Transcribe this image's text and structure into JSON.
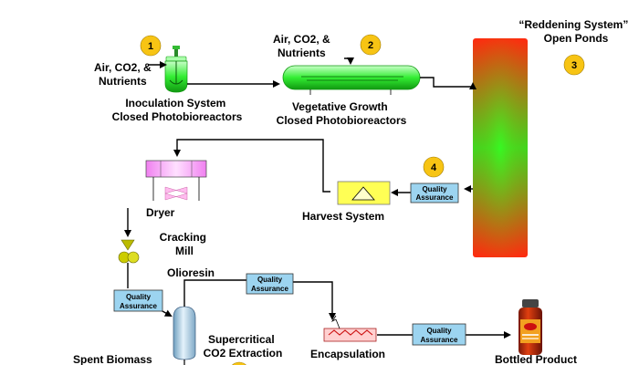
{
  "steps": [
    {
      "number": "1"
    },
    {
      "number": "2"
    },
    {
      "number": "3"
    },
    {
      "number": "4"
    }
  ],
  "labels": {
    "inoculation_inputs": [
      "Air, CO2, &",
      "Nutrients"
    ],
    "vegetative_inputs": [
      "Air, CO2, &",
      "Nutrients"
    ],
    "inoculation": [
      "Inoculation System",
      "Closed Photobioreactors"
    ],
    "vegetative": [
      "Vegetative Growth",
      "Closed Photobioreactors"
    ],
    "reddening": [
      "“Reddening System”",
      "Open Ponds"
    ],
    "harvest": "Harvest System",
    "dryer": "Dryer",
    "cracking": [
      "Cracking",
      "Mill"
    ],
    "olioresin": "Olioresin",
    "extraction": [
      "Supercritical",
      "CO2 Extraction"
    ],
    "encapsulation": "Encapsulation",
    "bottled": "Bottled Product",
    "spent": "Spent Biomass"
  },
  "quality_assurance": {
    "line1": "Quality",
    "line2": "Assurance"
  },
  "colors": {
    "badge": "#f7c414",
    "qa_fill": "#9cd4f0",
    "pond_red": "#ff2a10",
    "pond_green": "#22ee22",
    "bioreactor": "#33ee33",
    "dryer": "#f080f0",
    "harvest": "#ffff44",
    "mill": "#cccc00",
    "column": "#a8cce0"
  }
}
